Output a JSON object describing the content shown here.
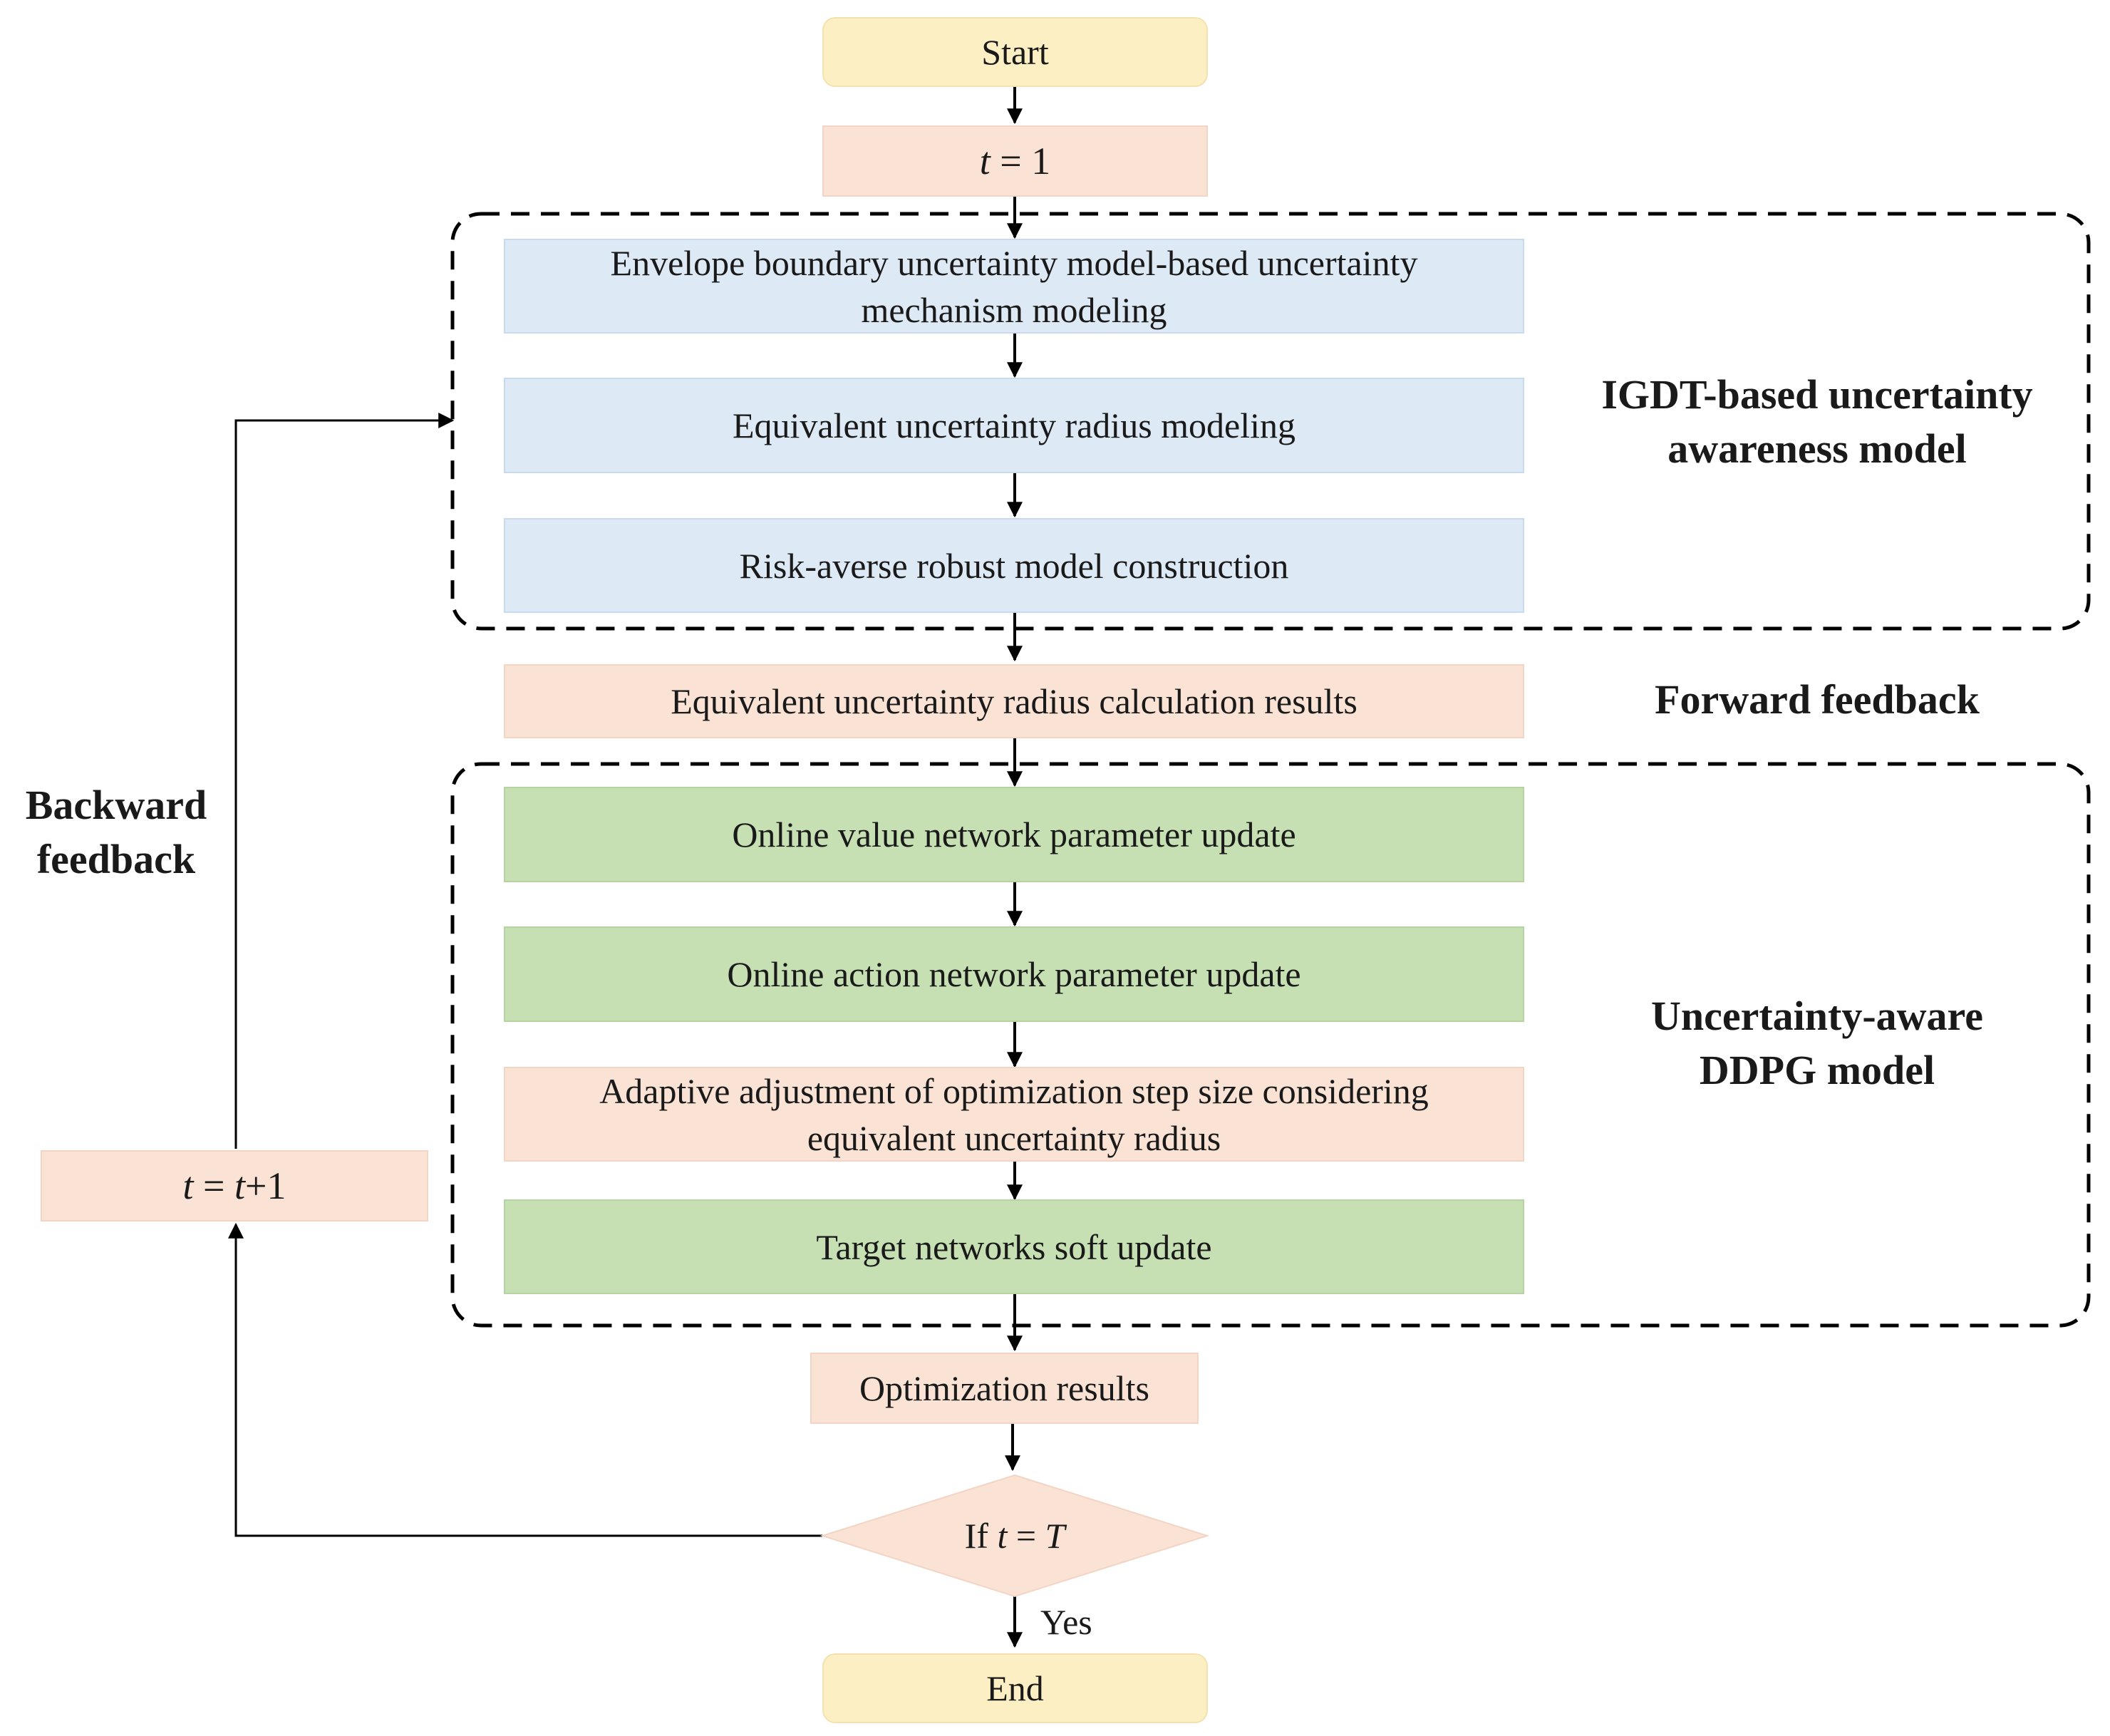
{
  "nodes": {
    "start": "Start",
    "t_init": {
      "var": "t",
      "eq": "=",
      "val": "1"
    },
    "envelope": "Envelope boundary uncertainty model-based  uncertainty mechanism modeling",
    "radius_model": "Equivalent uncertainty radius modeling",
    "risk_averse": "Risk-averse robust model construction",
    "radius_results": "Equivalent uncertainty radius calculation results",
    "value_update": "Online value network parameter update",
    "action_update": "Online action network parameter update",
    "adaptive": "Adaptive adjustment  of optimization step size considering equivalent uncertainty radius",
    "soft_update": "Target networks soft update",
    "opt_results": "Optimization results",
    "decision": {
      "prefix": "If",
      "var": "t",
      "eq": "=",
      "val": "T"
    },
    "yes": "Yes",
    "end": "End",
    "t_incr": {
      "var": "t",
      "eq": "=",
      "var2": "t",
      "plus": "+1"
    }
  },
  "labels": {
    "igdt": "IGDT-based uncertainty awareness model",
    "forward": "Forward feedback",
    "ddpg": "Uncertainty-aware DDPG model",
    "backward": "Backward feedback"
  },
  "colors": {
    "terminal": "#fdefc4",
    "peach": "#fae3d4",
    "blue": "#dde9f5",
    "green": "#c6e0b4"
  }
}
